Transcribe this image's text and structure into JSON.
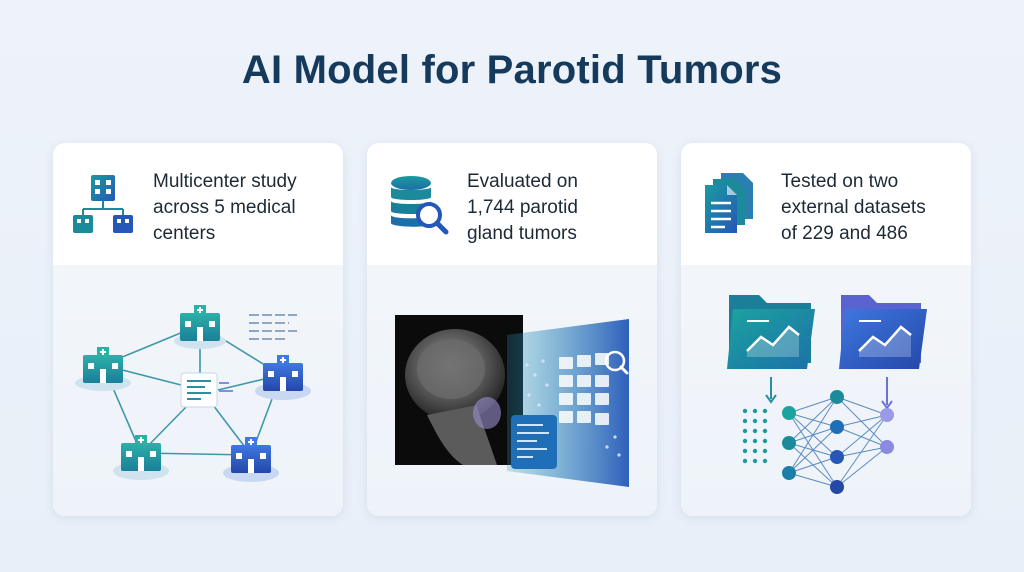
{
  "title": "AI Model for Parotid Tumors",
  "cards": [
    {
      "icon": "hospital-network-icon",
      "lines": [
        "Multicenter study",
        "across 5 medical",
        "centers"
      ],
      "illustration": "hospital-network-diagram"
    },
    {
      "icon": "database-search-icon",
      "lines": [
        "Evaluated on",
        "1,744 parotid",
        "gland tumors"
      ],
      "illustration": "mri-scan-analysis"
    },
    {
      "icon": "documents-icon",
      "lines": [
        "Tested on two",
        "external datasets",
        "of 229 and 486"
      ],
      "illustration": "datasets-neural-network"
    }
  ],
  "colors": {
    "title": "#163a5c",
    "teal": "#1b8a9a",
    "blue": "#2457b8",
    "purple": "#7a7ae0"
  }
}
